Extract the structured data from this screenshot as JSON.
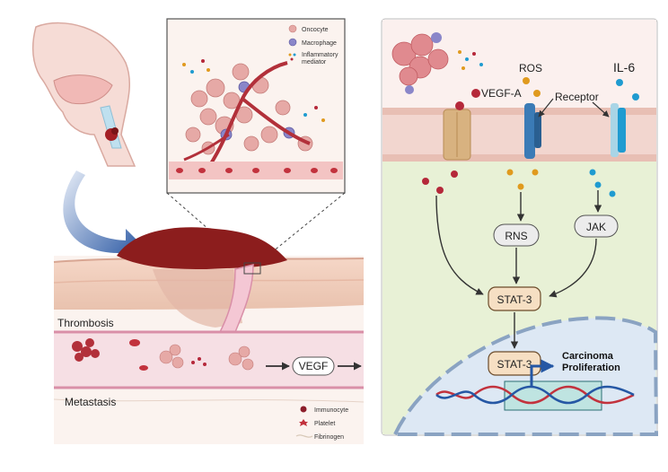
{
  "legend_top": {
    "oncocyte": "Oncocyte",
    "macrophage": "Macrophage",
    "inflammatory_line1": "Inflammatory",
    "inflammatory_line2": "mediator"
  },
  "legend_bottom": {
    "immunocyte": "Immunocyte",
    "platelet": "Platelet",
    "fibrinogen": "Fibrinogen"
  },
  "left_labels": {
    "thrombosis": "Thrombosis",
    "metastasis": "Metastasis",
    "vegf_pill": "VEGF"
  },
  "right_panel": {
    "vegf_a": "VEGF-A",
    "ros": "ROS",
    "il6": "IL-6",
    "receptor": "Receptor",
    "rns": "RNS",
    "jak": "JAK",
    "stat3_upper": "STAT-3",
    "stat3_lower": "STAT-3",
    "outcome_line1": "Carcinoma",
    "outcome_line2": "Proliferation"
  },
  "colors": {
    "tumor": "#8c1d1d",
    "cytoplasm": "#e8f1d6",
    "nucleus": "#dde8f4",
    "membrane": "#f2d6cf",
    "stat_box": "#f6dfc3",
    "arrow_blue": "#2557a4",
    "vegf_dot": "#b5283a",
    "ros_dot": "#e09a1e",
    "il6_dot": "#1f9bd0"
  }
}
